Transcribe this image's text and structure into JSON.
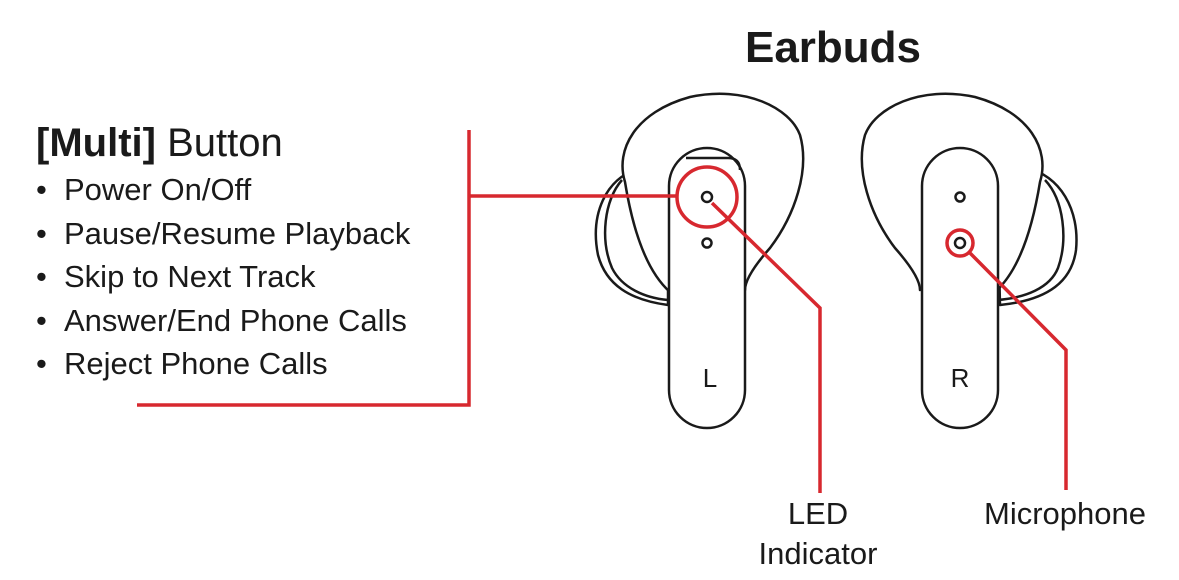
{
  "title": "Earbuds",
  "multi_button": {
    "label_bold": "[Multi]",
    "label_rest": "Button",
    "functions": [
      "Power On/Off",
      "Pause/Resume Playback",
      "Skip to Next Track",
      "Answer/End Phone Calls",
      "Reject Phone Calls"
    ]
  },
  "earbuds": {
    "left_label": "L",
    "right_label": "R"
  },
  "callouts": {
    "led_line1": "LED",
    "led_line2": "Indicator",
    "microphone": "Microphone"
  },
  "colors": {
    "accent": "#d7282f",
    "outline": "#1a1a1a"
  }
}
